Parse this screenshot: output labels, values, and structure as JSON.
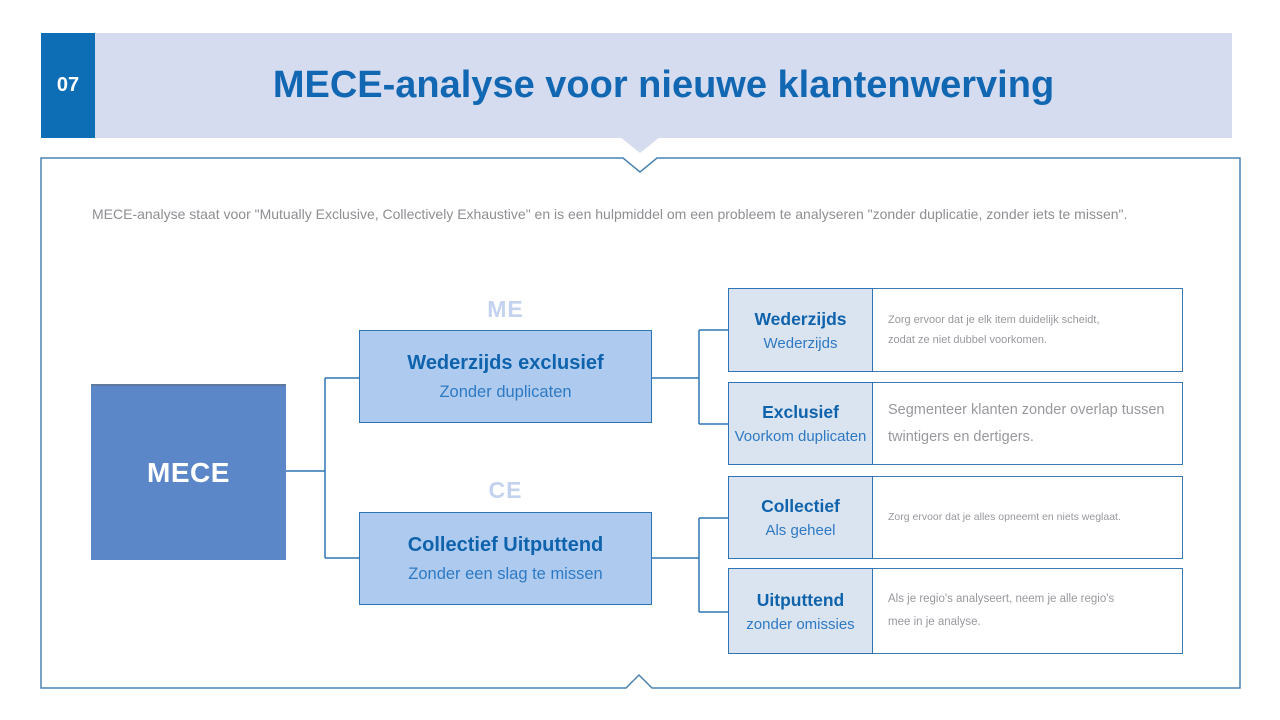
{
  "colors": {
    "accent_blue": "#0D6EB6",
    "banner_bg": "#D6DCEF",
    "title_text": "#1267B3",
    "panel_border": "#4983B3",
    "connector": "#2E75B6",
    "node_fill": "#5B87C8",
    "branch_fill": "#AECBEF",
    "branch_border": "#2E74B5",
    "term_fill": "#DAE3F0",
    "heading_text": "#0F63AC",
    "subtitle_text": "#2E79C3",
    "muted_text": "#8E8E93",
    "pale_label": "#C3D2EE"
  },
  "header": {
    "page_number": "07",
    "title": "MECE-analyse voor nieuwe klantenwerving"
  },
  "intro": {
    "text": "MECE-analyse staat voor \"Mutually Exclusive, Collectively Exhaustive\" en is een hulpmiddel om een probleem te analyseren \"zonder duplicatie, zonder iets te missen\"."
  },
  "diagram": {
    "root_label": "MECE",
    "branches": [
      {
        "tag": "ME",
        "title": "Wederzijds exclusief",
        "subtitle": "Zonder duplicaten"
      },
      {
        "tag": "CE",
        "title": "Collectief Uitputtend",
        "subtitle": "Zonder een slag te missen"
      }
    ],
    "rows": [
      {
        "title": "Wederzijds",
        "subtitle": "Wederzijds",
        "description": "Zorg ervoor dat je elk item duidelijk scheidt,\nzodat ze niet dubbel voorkomen."
      },
      {
        "title": "Exclusief",
        "subtitle": "Voorkom duplicaten",
        "description": "Segmenteer klanten zonder overlap tussen\ntwintigers en dertigers."
      },
      {
        "title": "Collectief",
        "subtitle": "Als geheel",
        "description": "Zorg ervoor dat je alles opneemt en niets weglaat."
      },
      {
        "title": "Uitputtend",
        "subtitle": "zonder omissies",
        "description": "Als je regio's analyseert, neem je alle regio's\nmee in je analyse."
      }
    ]
  }
}
